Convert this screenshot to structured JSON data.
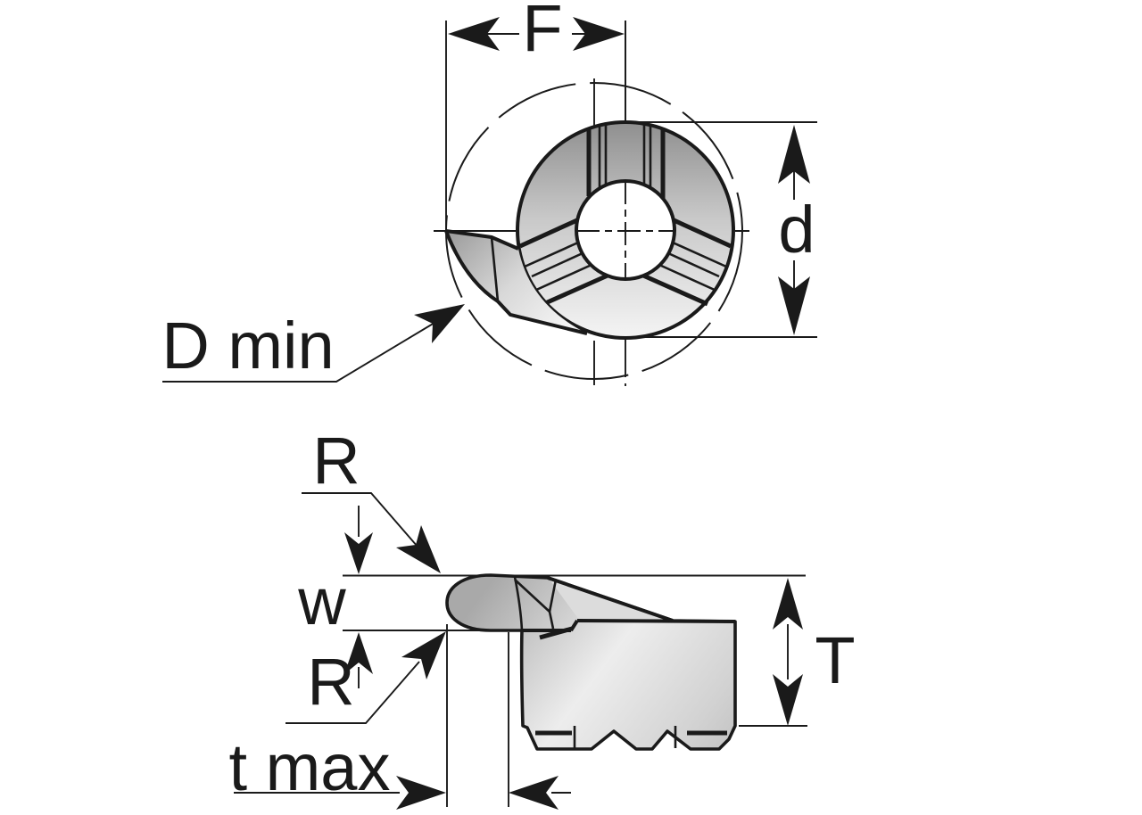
{
  "labels": {
    "F": "F",
    "d": "d",
    "D_min": "D min",
    "R_top": "R",
    "w": "w",
    "R_bottom": "R",
    "t_max": "t max",
    "T": "T"
  },
  "colors": {
    "line": "#1a1a1a",
    "background": "#ffffff",
    "metal_dark": "#959595",
    "metal_mid": "#c6c6c6",
    "metal_light": "#f3f3f3"
  }
}
